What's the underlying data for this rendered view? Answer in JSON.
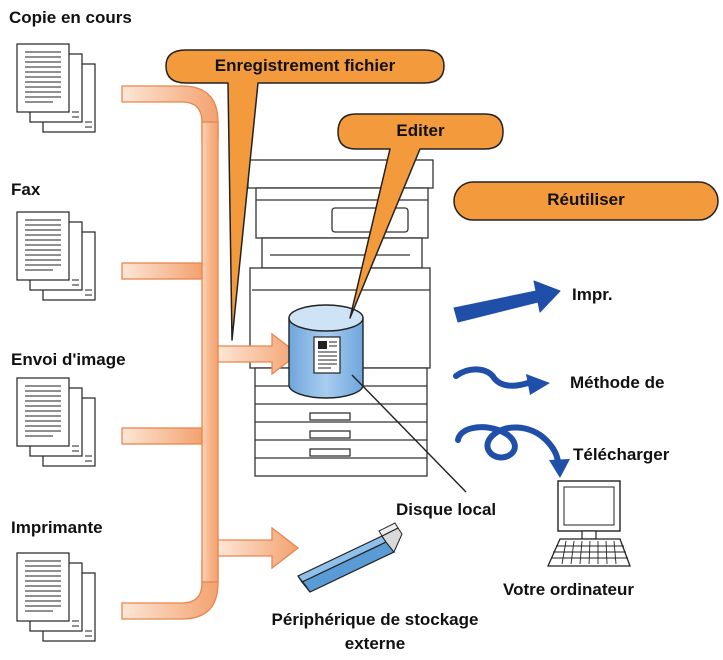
{
  "sources": [
    {
      "label": "Copie en cours"
    },
    {
      "label": "Fax"
    },
    {
      "label": "Envoi d'image"
    },
    {
      "label": "Imprimante"
    }
  ],
  "callouts": {
    "file_storage": "Enregistrement fichier",
    "edit": "Editer",
    "reuse": "Réutiliser"
  },
  "storage": {
    "local_disk": "Disque local",
    "external_device_line1": "Périphérique de stockage",
    "external_device_line2": "externe"
  },
  "actions": {
    "print": "Impr.",
    "method": "Méthode de",
    "download": "Télécharger"
  },
  "computer": {
    "label": "Votre ordinateur"
  },
  "colors": {
    "callout_fill": "#f39a3c",
    "callout_stroke": "#222222",
    "flow_gradient_start": "#fde3d2",
    "flow_gradient_end": "#f3a06c",
    "flow_stroke": "#e7864f",
    "disk_fill": "#8fbde8",
    "disk_stroke": "#222222",
    "blue_arrow": "#1f4fa8",
    "usb_fill": "#5b9bd5"
  }
}
